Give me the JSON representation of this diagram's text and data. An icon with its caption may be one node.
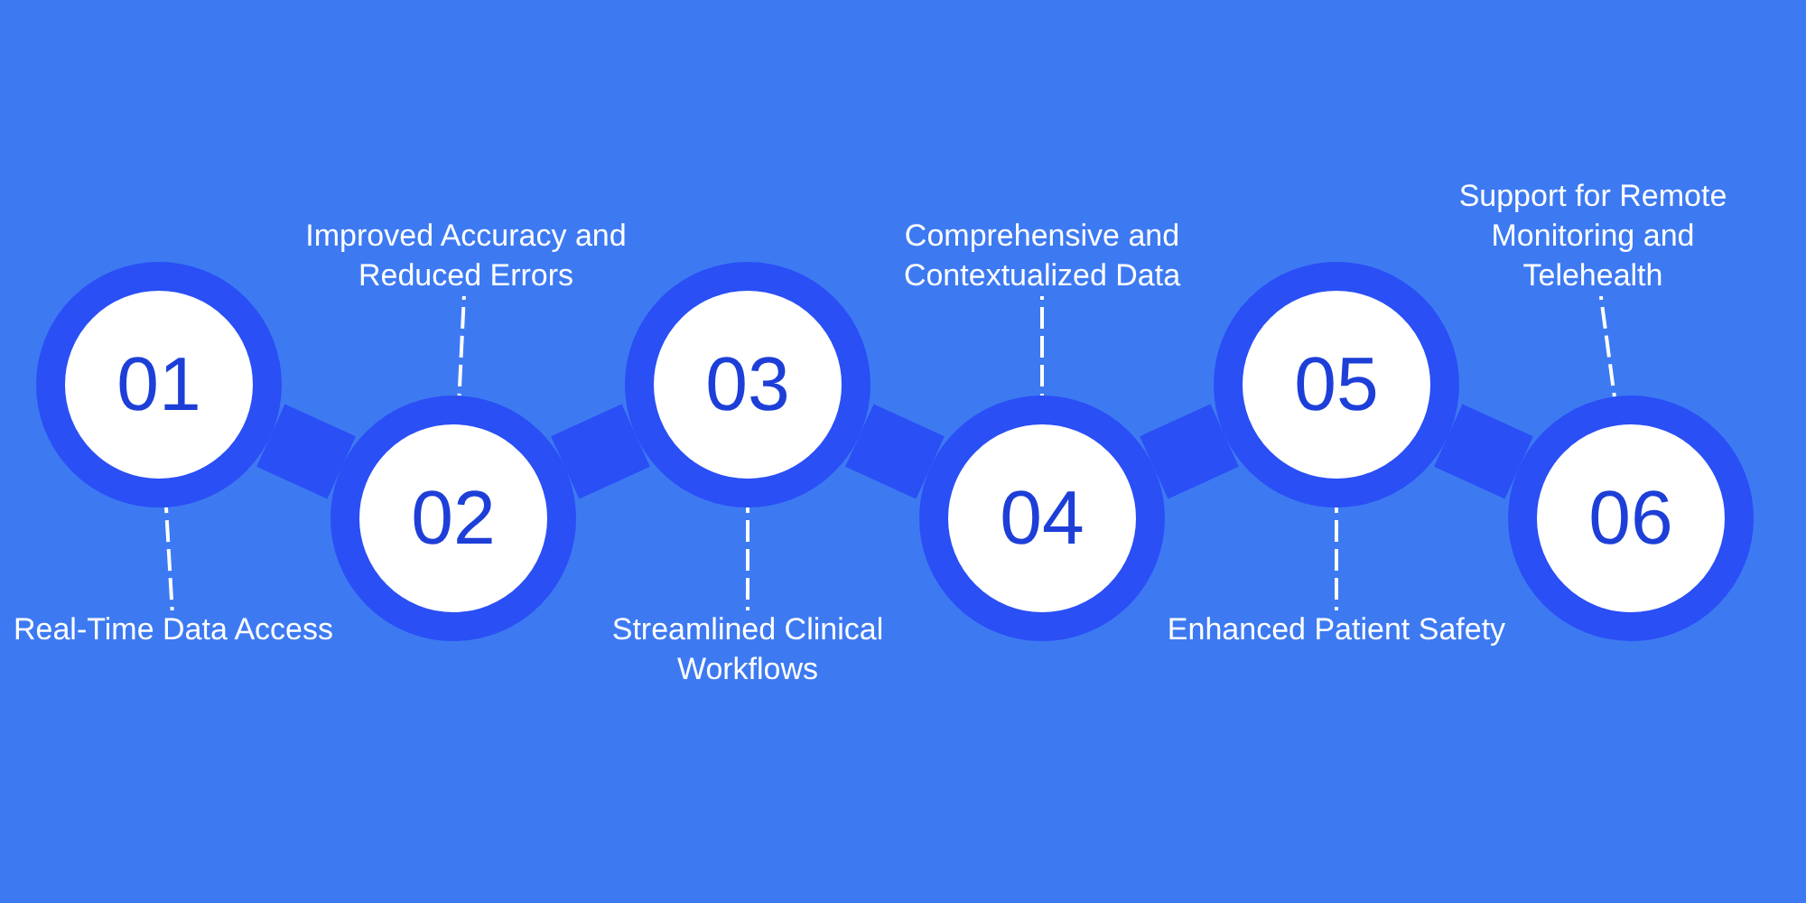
{
  "diagram": {
    "nodes": [
      {
        "text": [
          "01"
        ]
      },
      {
        "text": [
          "02"
        ]
      },
      {
        "text": [
          "03"
        ]
      },
      {
        "text": [
          "04"
        ]
      },
      {
        "text": [
          "05"
        ]
      },
      {
        "text": [
          "06"
        ]
      },
      {
        "text": [
          "Real-Time Data Access"
        ]
      },
      {
        "text": [
          "Improved Accuracy and Reduced Errors"
        ]
      },
      {
        "text": [
          "Streamlined Clinical Workflows"
        ]
      },
      {
        "text": [
          "Comprehensive and Contextualized Data"
        ]
      },
      {
        "text": [
          "Enhanced Patient Safety"
        ]
      },
      {
        "text": [
          "Support for Remote Monitoring and Telehealth"
        ]
      }
    ],
    "edges": [
      {
        "from": 0,
        "to": 1,
        "arrow": "none",
        "style": "thick",
        "color": "#2a4ff5"
      },
      {
        "from": 1,
        "to": 2,
        "arrow": "none",
        "style": "thick",
        "color": "#2a4ff5"
      },
      {
        "from": 2,
        "to": 3,
        "arrow": "none",
        "style": "thick",
        "color": "#2a4ff5"
      },
      {
        "from": 3,
        "to": 4,
        "arrow": "none",
        "style": "thick",
        "color": "#2a4ff5"
      },
      {
        "from": 4,
        "to": 5,
        "arrow": "none",
        "style": "thick",
        "color": "#2a4ff5"
      },
      {
        "from": 6,
        "to": 0,
        "arrow": "none",
        "style": "dashed"
      },
      {
        "from": 7,
        "to": 1,
        "arrow": "none",
        "style": "dashed"
      },
      {
        "from": 8,
        "to": 2,
        "arrow": "none",
        "style": "dashed"
      },
      {
        "from": 9,
        "to": 3,
        "arrow": "none",
        "style": "dashed"
      },
      {
        "from": 10,
        "to": 4,
        "arrow": "none",
        "style": "dashed"
      },
      {
        "from": 11,
        "to": 5,
        "arrow": "none",
        "style": "dashed"
      }
    ]
  }
}
